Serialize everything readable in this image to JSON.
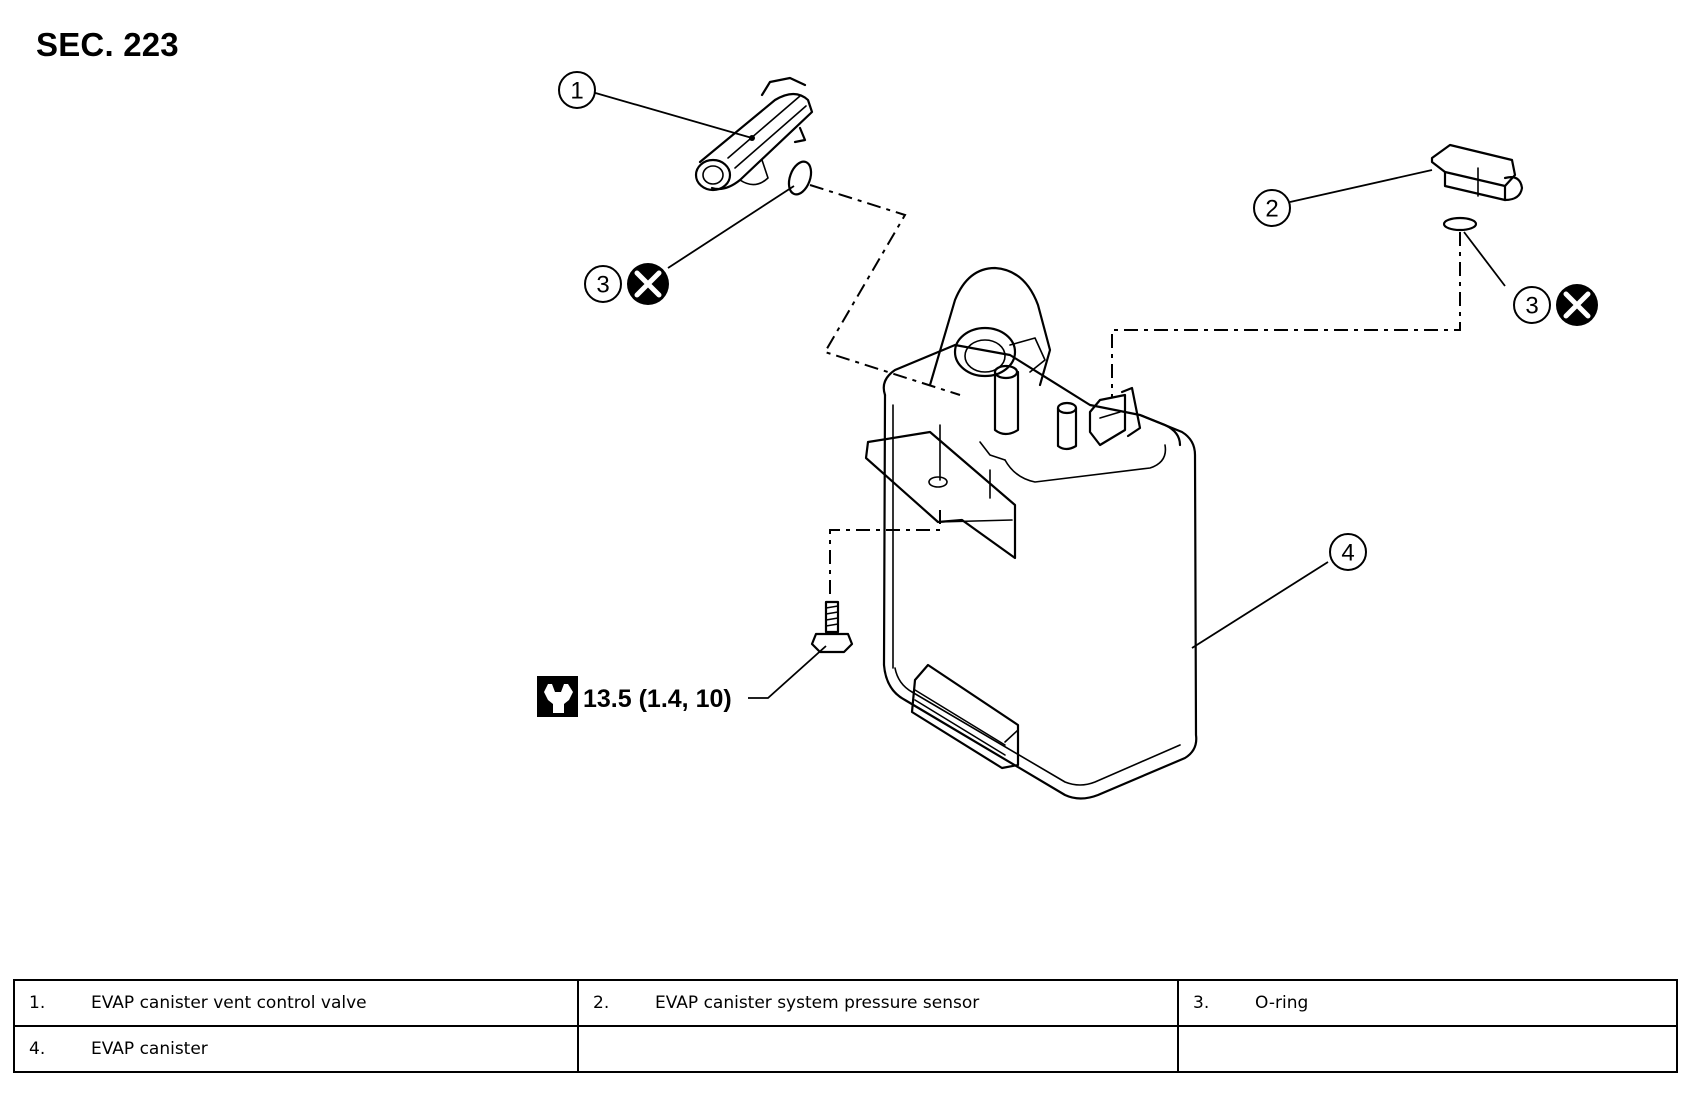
{
  "section": "SEC. 223",
  "callouts": {
    "c1": "1",
    "c2": "2",
    "c3a": "3",
    "c3b": "3",
    "c4": "4"
  },
  "torque": {
    "value": "13.5 (1.4, 10)",
    "icon": "wrench-torque-icon"
  },
  "icons": {
    "replace": "x-circle-icon"
  },
  "legend": {
    "rows": [
      [
        {
          "num": "1.",
          "label": "EVAP canister vent control valve"
        },
        {
          "num": "2.",
          "label": "EVAP canister system pressure sensor"
        },
        {
          "num": "3.",
          "label": "O-ring"
        }
      ],
      [
        {
          "num": "4.",
          "label": "EVAP canister"
        },
        {
          "num": "",
          "label": ""
        },
        {
          "num": "",
          "label": ""
        }
      ]
    ]
  }
}
